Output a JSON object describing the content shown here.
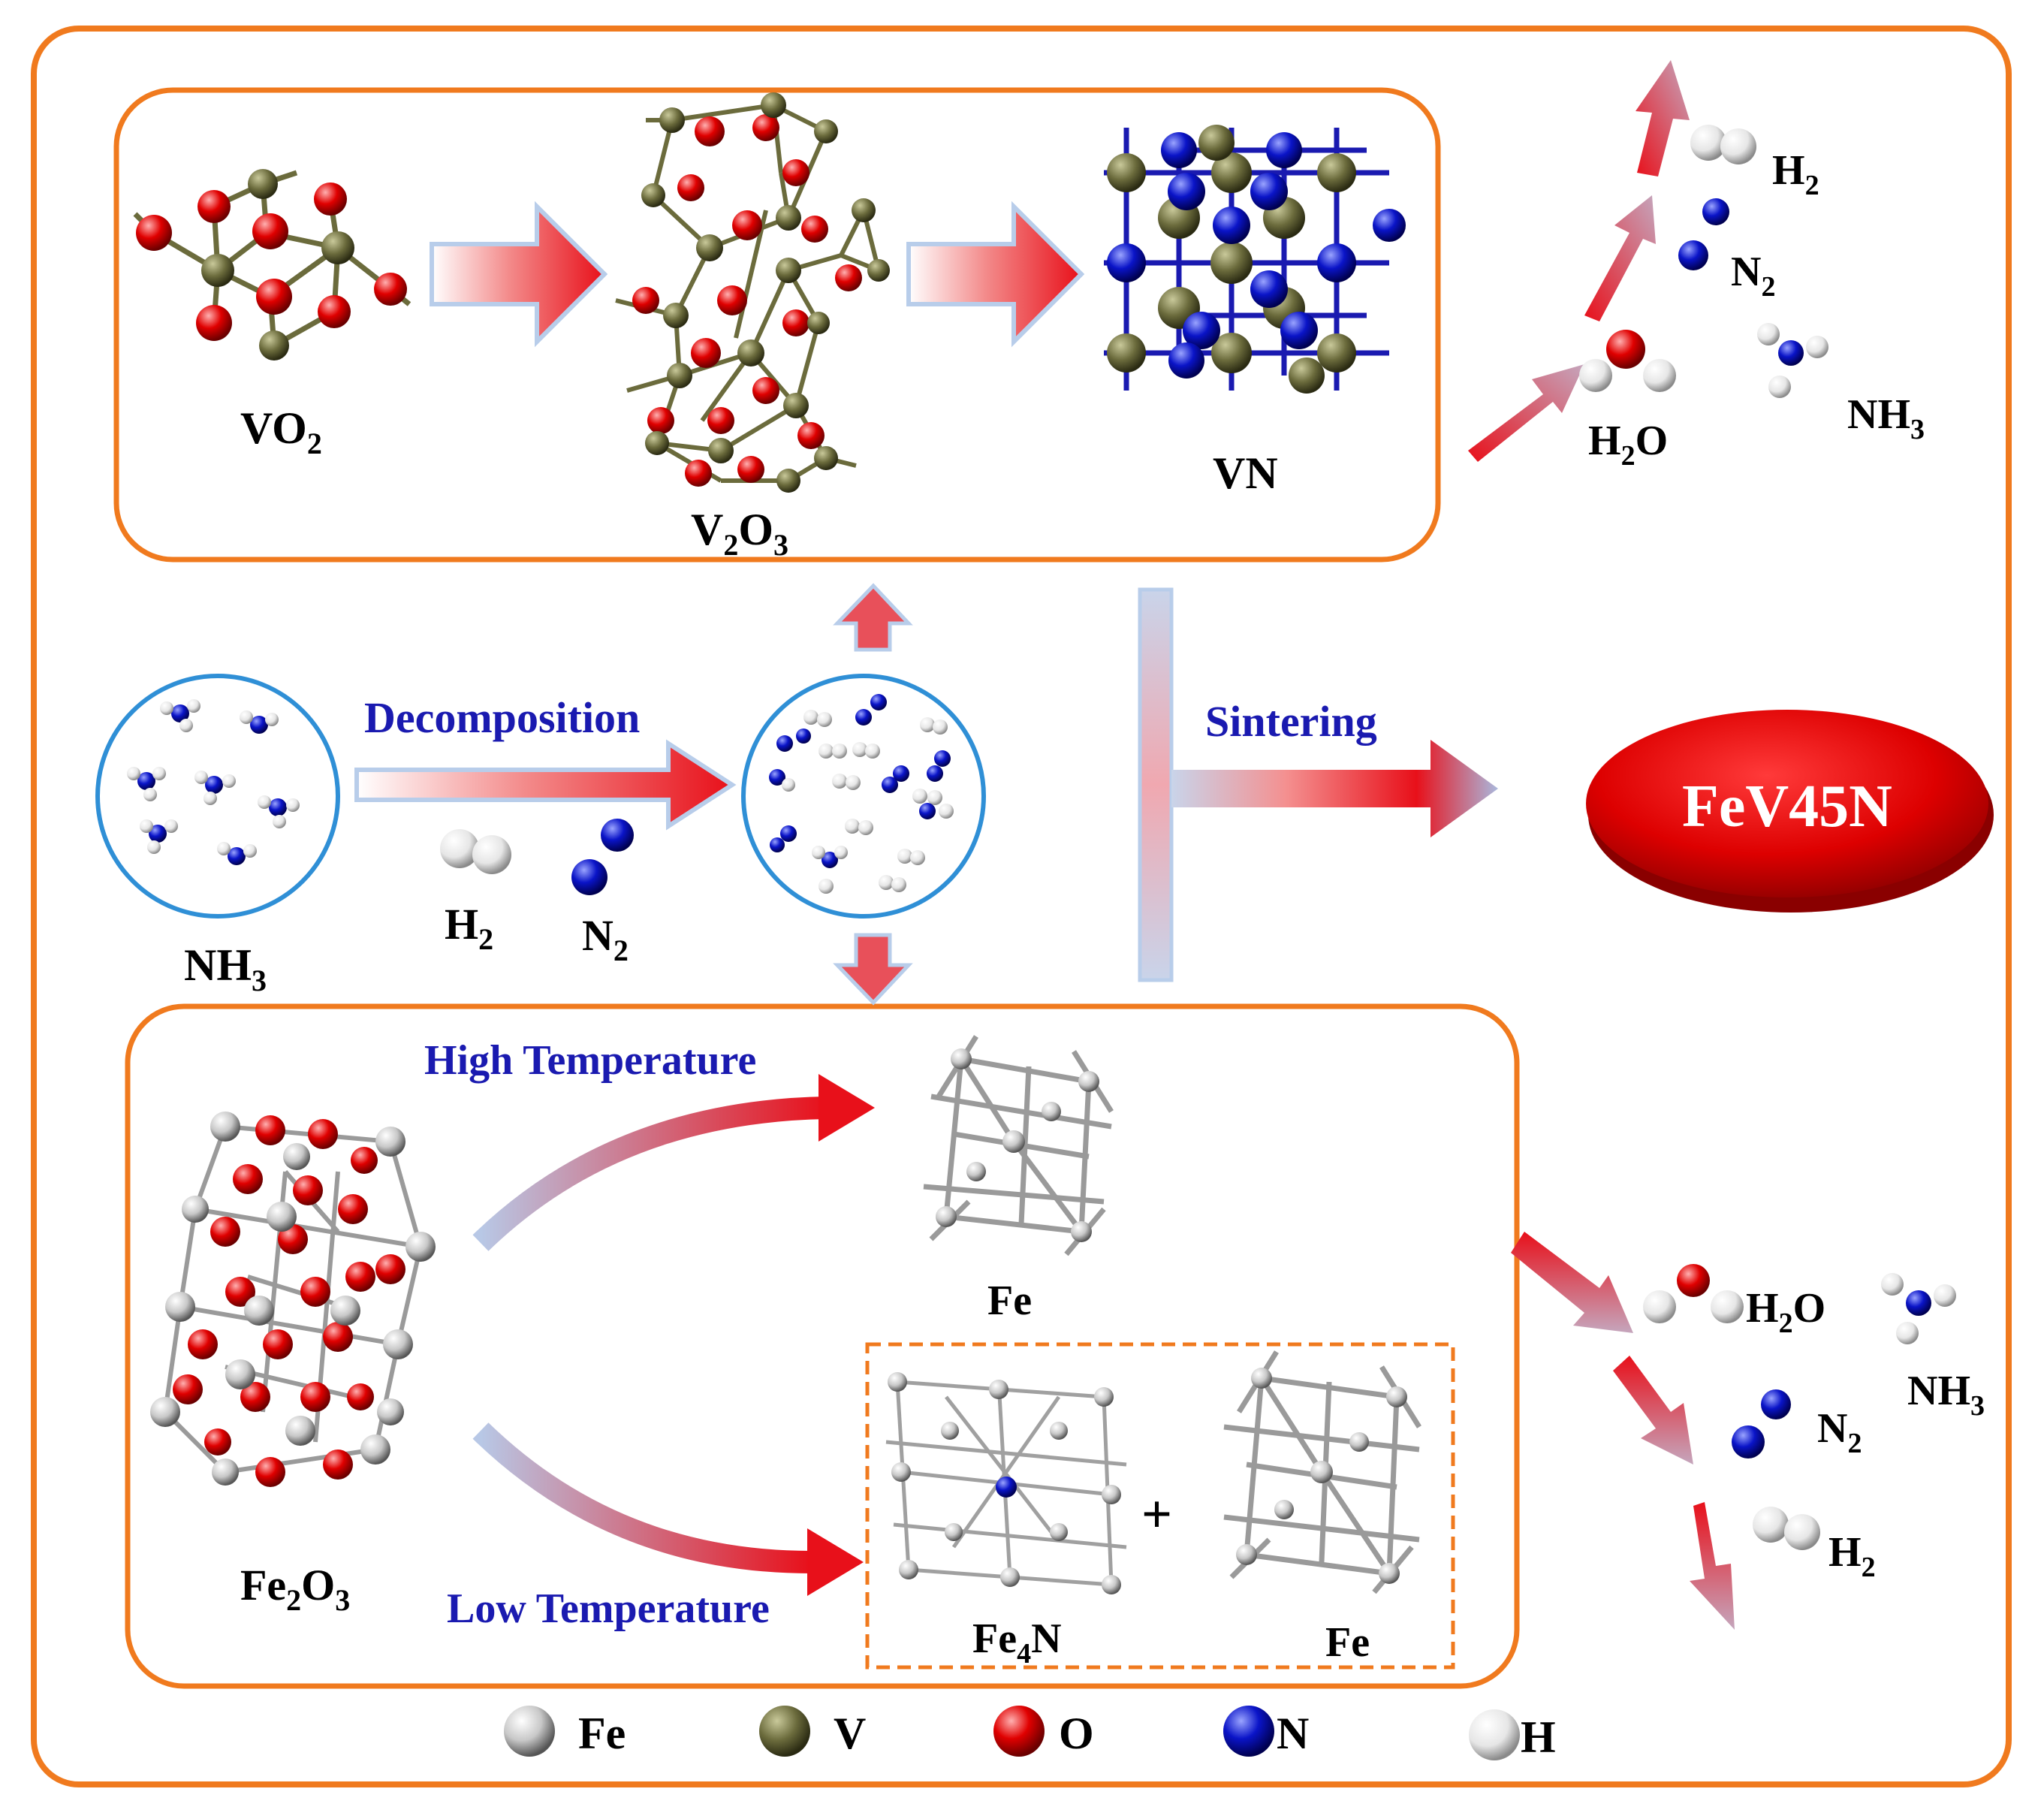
{
  "labels": {
    "vo2": {
      "main": "VO",
      "sub": "2"
    },
    "v2o3": {
      "a": "V",
      "b": "2",
      "c": "O",
      "d": "3"
    },
    "vn": "VN",
    "nh3_left": {
      "main": "NH",
      "sub": "3"
    },
    "h2_mid": {
      "main": "H",
      "sub": "2"
    },
    "n2_mid": {
      "main": "N",
      "sub": "2"
    },
    "decomposition": "Decomposition",
    "sintering": "Sintering",
    "product": "FeV45N",
    "high_temp": "High Temperature",
    "low_temp": "Low Temperature",
    "fe_top": "Fe",
    "fe2o3": {
      "a": "Fe",
      "b": "2",
      "c": "O",
      "d": "3"
    },
    "fe4n": {
      "a": "Fe",
      "b": "4",
      "c": "N"
    },
    "fe_pair": "Fe",
    "plus": "+",
    "gases_top": {
      "h2": {
        "main": "H",
        "sub": "2"
      },
      "n2": {
        "main": "N",
        "sub": "2"
      },
      "h2o": {
        "a": "H",
        "b": "2",
        "c": "O"
      },
      "nh3": {
        "main": "NH",
        "sub": "3"
      }
    },
    "gases_bottom": {
      "h2o": {
        "a": "H",
        "b": "2",
        "c": "O"
      },
      "nh3": {
        "main": "NH",
        "sub": "3"
      },
      "n2": {
        "main": "N",
        "sub": "2"
      },
      "h2": {
        "main": "H",
        "sub": "2"
      }
    }
  },
  "legend": [
    {
      "symbol": "Fe",
      "color": "#c8c8c8"
    },
    {
      "symbol": "V",
      "color": "#6b6b3c"
    },
    {
      "symbol": "O",
      "color": "#e00000"
    },
    {
      "symbol": "N",
      "color": "#0a14c8"
    },
    {
      "symbol": "H",
      "color": "#f0f0f0"
    }
  ],
  "colors": {
    "frame": "#f07a1e",
    "circle": "#2f8fd6",
    "arrow": "#e8232a",
    "label_blue": "#1a1ab0",
    "atom_fe": "#c8c8c8",
    "atom_v": "#6b6b3c",
    "atom_o": "#e00000",
    "atom_n": "#0a14c8",
    "atom_h": "#f0f0f0"
  }
}
